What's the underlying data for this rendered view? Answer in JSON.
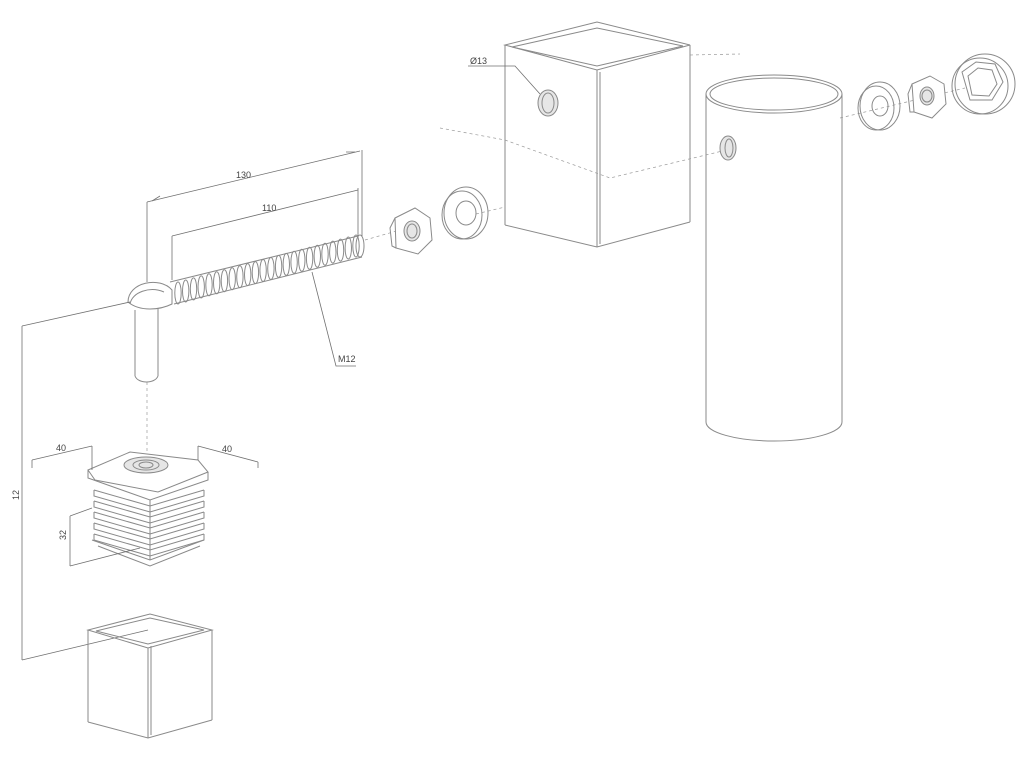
{
  "labels": {
    "hole_diameter": "Ø13",
    "length_130": "130",
    "length_110": "110",
    "thread": "M12",
    "cap_width_left": "40",
    "cap_width_right": "40",
    "cap_height": "32",
    "overall_height": "12"
  }
}
